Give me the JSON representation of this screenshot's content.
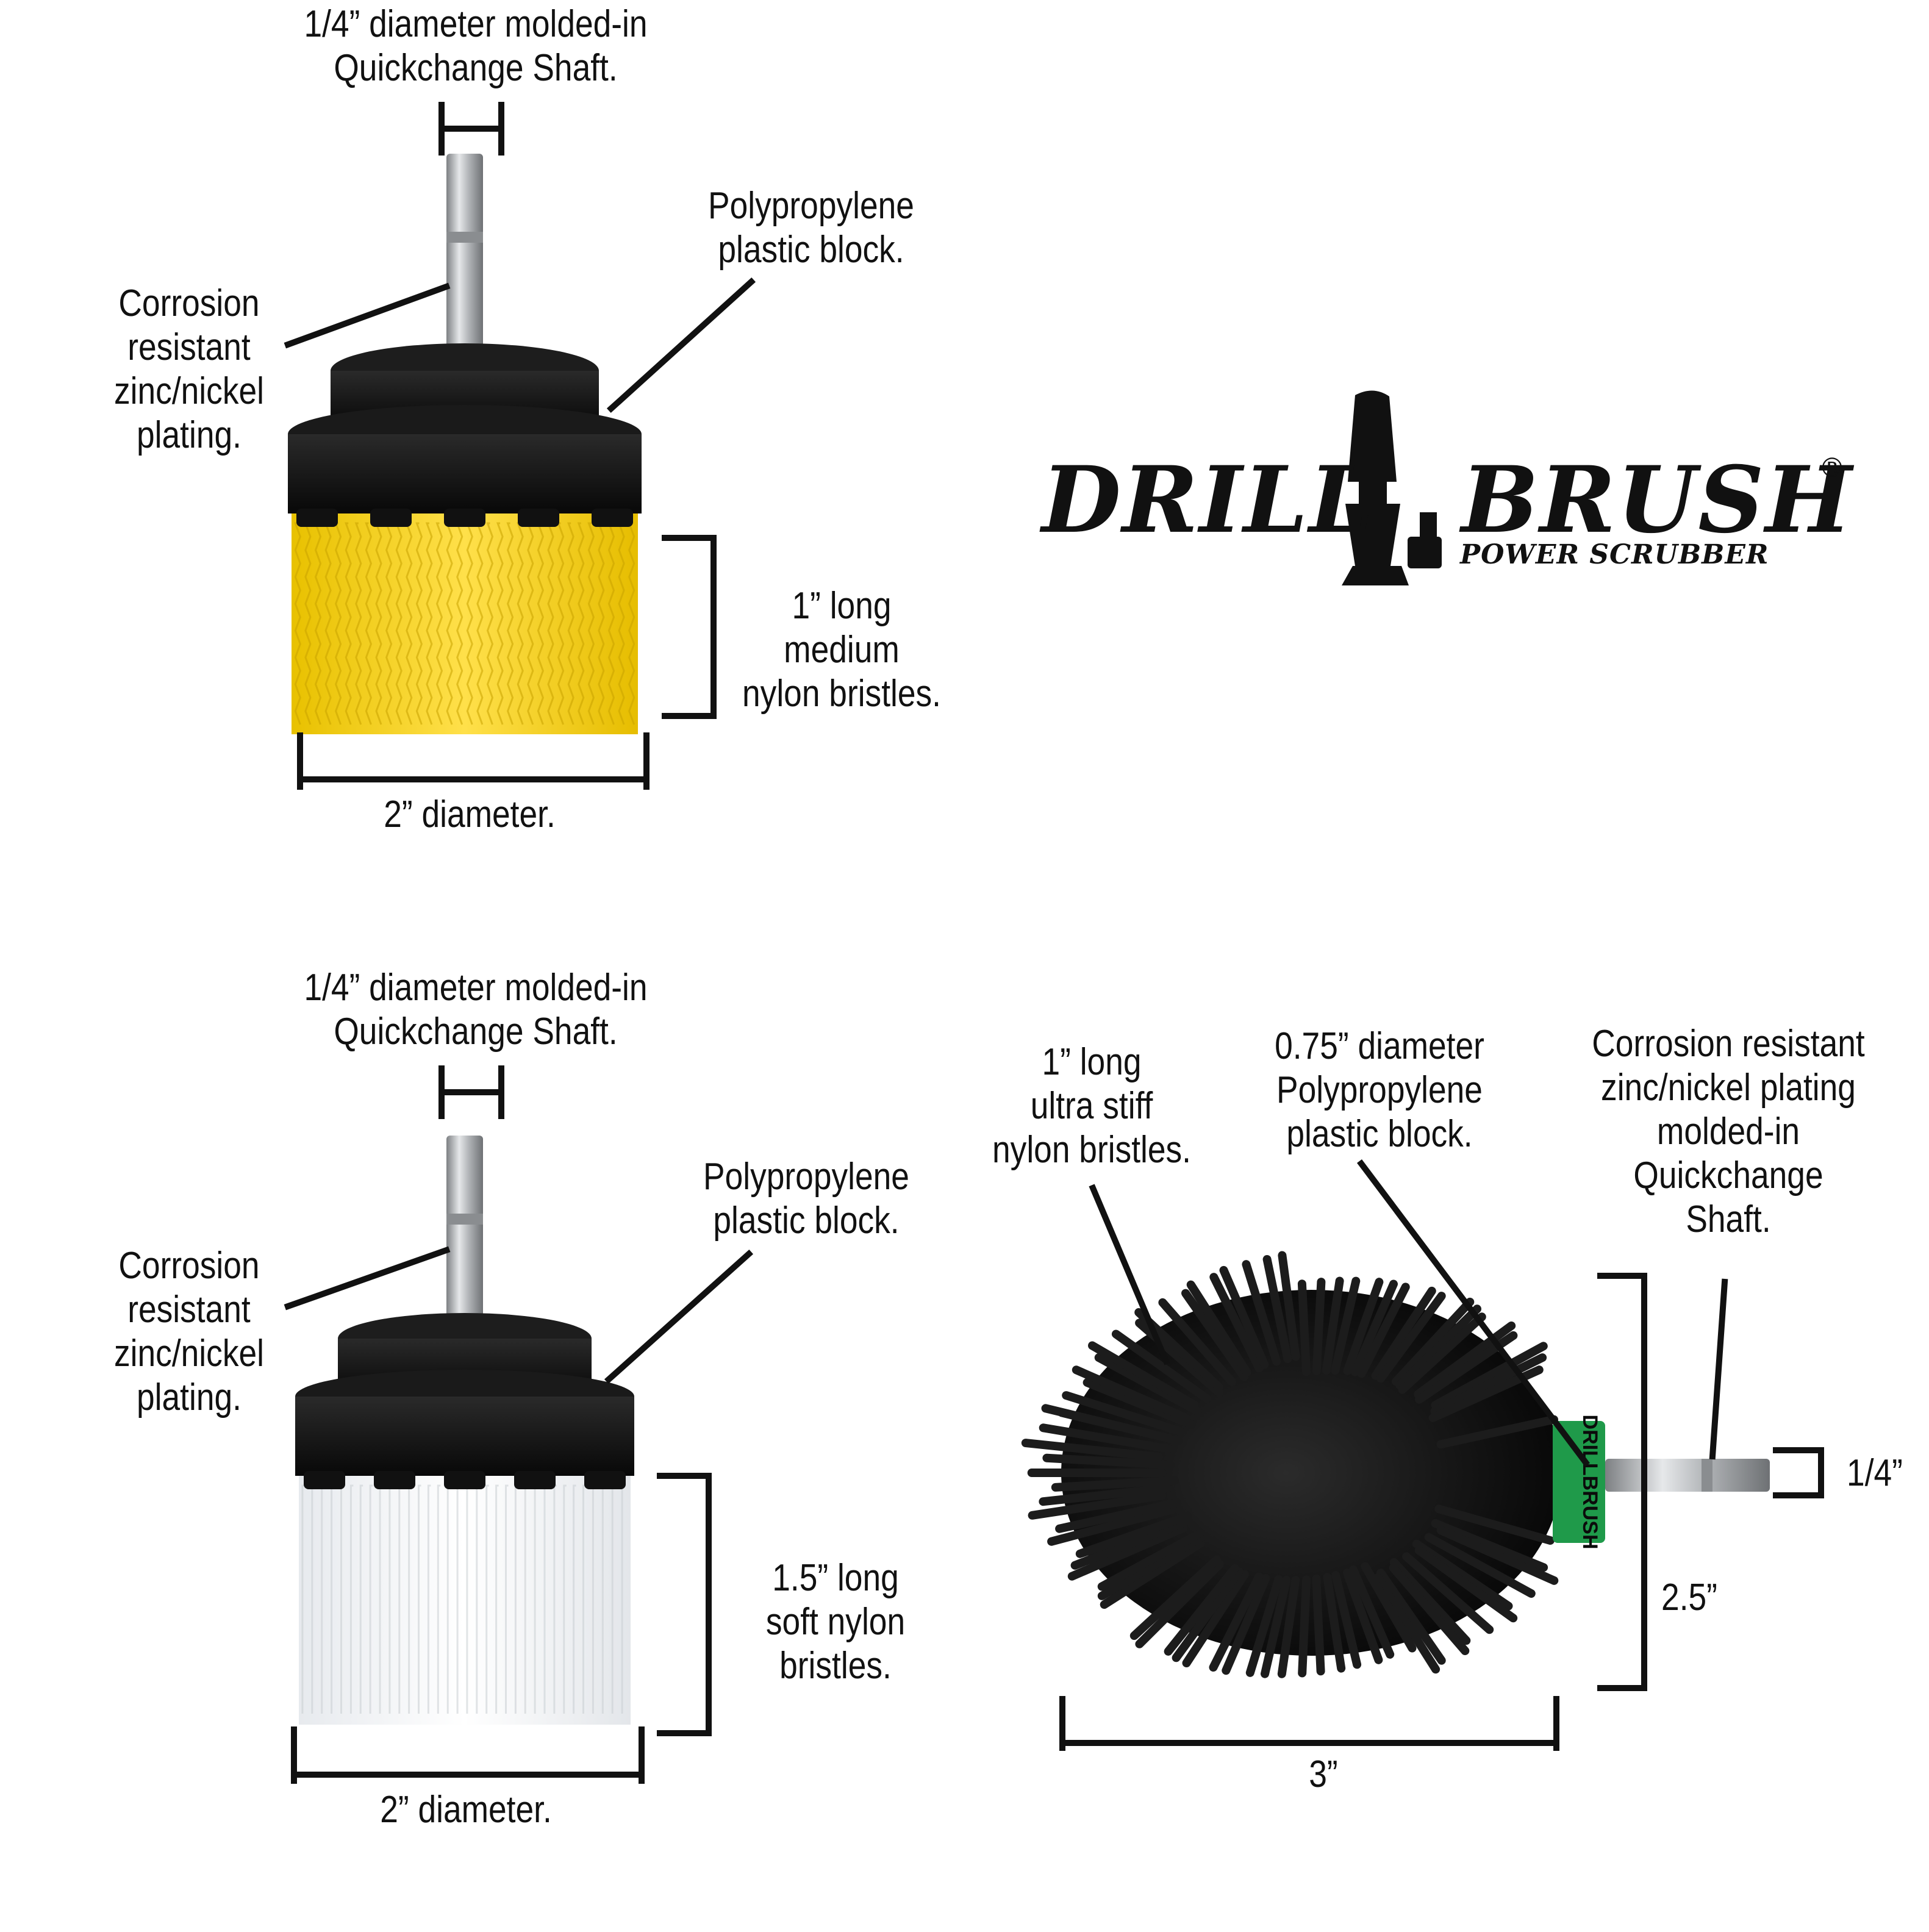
{
  "brand": {
    "word_left": "DRILL",
    "word_right": "BRUSH",
    "tagline": "POWER SCRUBBER",
    "registered_mark": "®"
  },
  "colors": {
    "yellow_bristles": "#f2d10a",
    "white_bristles": "#f4f6f8",
    "black_bristles": "#121212",
    "plastic_block": "#151515",
    "shaft_metal": "#b9bcbf",
    "green_band": "#1f9a4a",
    "dimension_lines": "#111111"
  },
  "icons": {
    "logo": "drill-silhouette-icon"
  },
  "yellow_brush": {
    "shaft_label": [
      "1/4” diameter molded-in",
      "Quickchange Shaft."
    ],
    "plating_label": [
      "Corrosion",
      "resistant",
      "zinc/nickel",
      "plating."
    ],
    "block_label": [
      "Polypropylene",
      "plastic block."
    ],
    "bristle_label": [
      "1” long",
      "medium",
      "nylon bristles."
    ],
    "diameter_label": "2” diameter."
  },
  "white_brush": {
    "shaft_label": [
      "1/4” diameter molded-in",
      "Quickchange Shaft."
    ],
    "plating_label": [
      "Corrosion",
      "resistant",
      "zinc/nickel",
      "plating."
    ],
    "block_label": [
      "Polypropylene",
      "plastic block."
    ],
    "bristle_label": [
      "1.5” long",
      "soft nylon",
      "bristles."
    ],
    "diameter_label": "2” diameter."
  },
  "black_brush": {
    "bristle_label": [
      "1” long",
      "ultra stiff",
      "nylon bristles."
    ],
    "block_label": [
      "0.75” diameter",
      "Polypropylene",
      "plastic block."
    ],
    "plating_label": [
      "Corrosion resistant",
      "zinc/nickel plating",
      "molded-in",
      "Quickchange",
      "Shaft."
    ],
    "band_text": "DRILLBRUSH",
    "shaft_dim": "1/4”",
    "height_dim": "2.5”",
    "length_dim": "3”"
  }
}
